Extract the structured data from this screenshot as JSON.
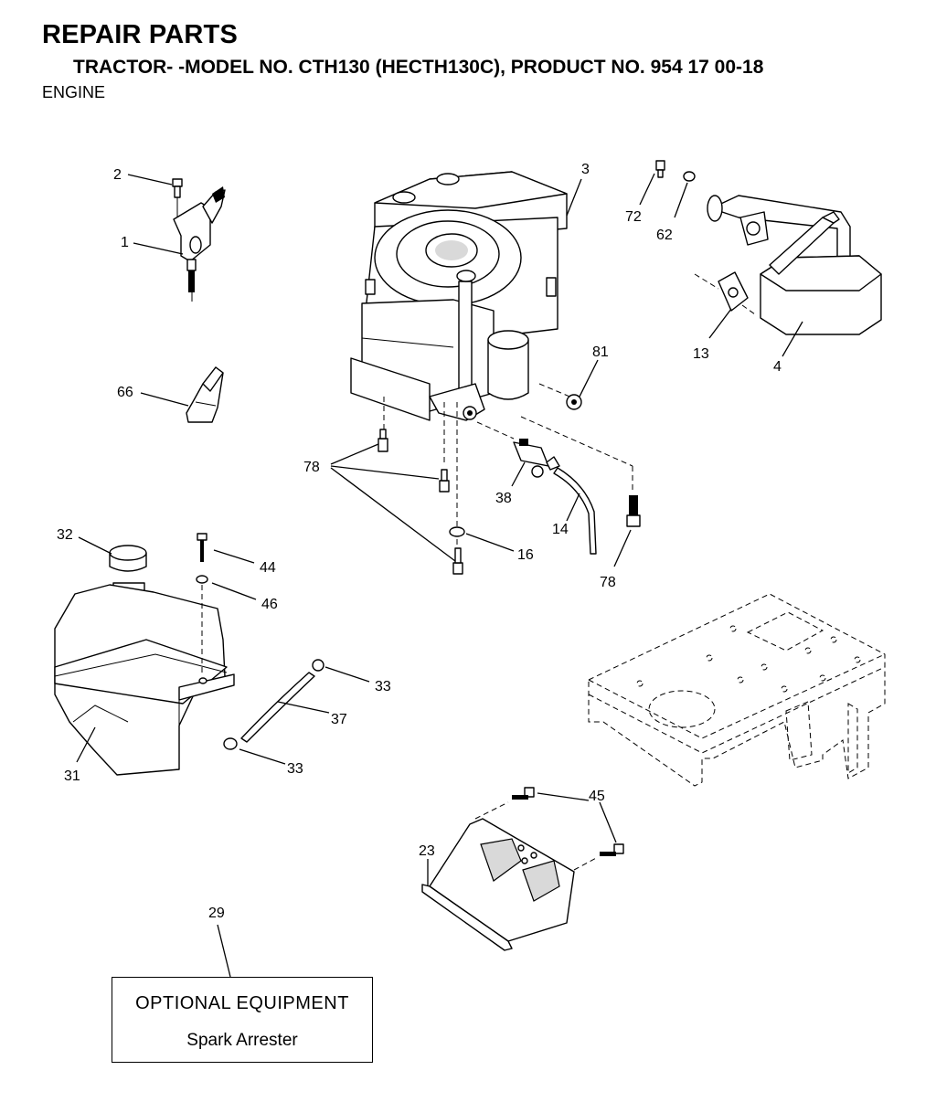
{
  "header": {
    "title": "REPAIR PARTS",
    "subtitle": "TRACTOR- -MODEL NO. CTH130 (HECTH130C), PRODUCT NO. 954 17 00-18",
    "section": "ENGINE"
  },
  "callouts": {
    "c1": "1",
    "c2": "2",
    "c3": "3",
    "c4": "4",
    "c13": "13",
    "c14": "14",
    "c16": "16",
    "c23": "23",
    "c29": "29",
    "c31": "31",
    "c32": "32",
    "c33a": "33",
    "c33b": "33",
    "c37": "37",
    "c38": "38",
    "c44": "44",
    "c45": "45",
    "c46": "46",
    "c62": "62",
    "c66": "66",
    "c72": "72",
    "c78a": "78",
    "c78b": "78",
    "c81": "81"
  },
  "optional_equipment": {
    "title": "OPTIONAL EQUIPMENT",
    "item": "Spark Arrester"
  }
}
